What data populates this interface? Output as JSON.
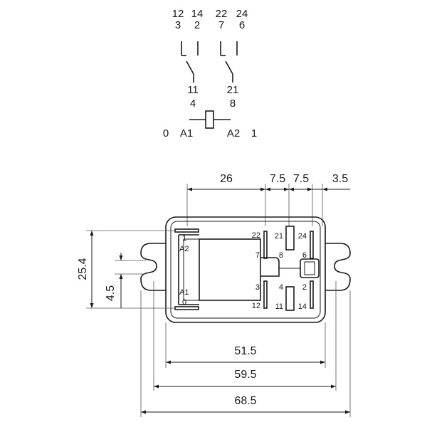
{
  "schematic": {
    "contact1_top": [
      "12",
      "3"
    ],
    "contact1_top_no": [
      "14",
      "2"
    ],
    "contact2_top": [
      "22",
      "7"
    ],
    "contact2_top_no": [
      "24",
      "6"
    ],
    "contact1_common": [
      "11",
      "4"
    ],
    "contact2_common": [
      "21",
      "8"
    ],
    "coil_left": [
      "0",
      "A1"
    ],
    "coil_right": [
      "A2",
      "1"
    ]
  },
  "dimensions": {
    "d26": "26",
    "d7_5_a": "7.5",
    "d7_5_b": "7.5",
    "d3_5": "3.5",
    "d25_4": "25.4",
    "d4_5": "4.5",
    "d51_5": "51.5",
    "d59_5": "59.5",
    "d68_5": "68.5"
  },
  "pins": {
    "p1": "1",
    "pA2": "A2",
    "pA1": "A1",
    "p0": "0",
    "p22": "22",
    "p7": "7",
    "p3": "3",
    "p12": "12",
    "p21": "21",
    "p8": "8",
    "p4": "4",
    "p11": "11",
    "p24": "24",
    "p6": "6",
    "p2": "2",
    "p14": "14"
  }
}
